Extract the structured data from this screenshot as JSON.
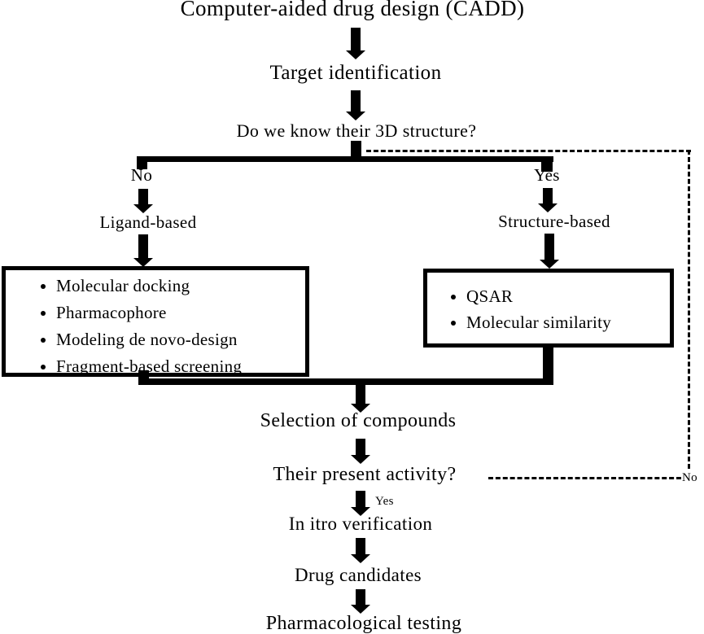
{
  "diagram": {
    "title": "Computer-aided drug design (CADD)",
    "target": "Target identification",
    "question_3d": "Do we know their 3D structure?",
    "branch_no": "No",
    "branch_yes": "Yes",
    "ligand_based": "Ligand-based",
    "structure_based": "Structure-based",
    "ligand_methods": [
      "Molecular docking",
      "Pharmacophore",
      "Modeling de novo-design",
      "Fragment-based screening"
    ],
    "structure_methods": [
      "QSAR",
      "Molecular similarity"
    ],
    "selection": "Selection of compounds",
    "activity_question": "Their present activity?",
    "activity_yes": "Yes",
    "activity_no": "No",
    "in_vitro": "In itro verification",
    "drug_candidates": "Drug candidates",
    "pharmacological_testing": "Pharmacological testing",
    "colors": {
      "line": "#000000",
      "background": "#ffffff",
      "text": "#000000"
    }
  }
}
